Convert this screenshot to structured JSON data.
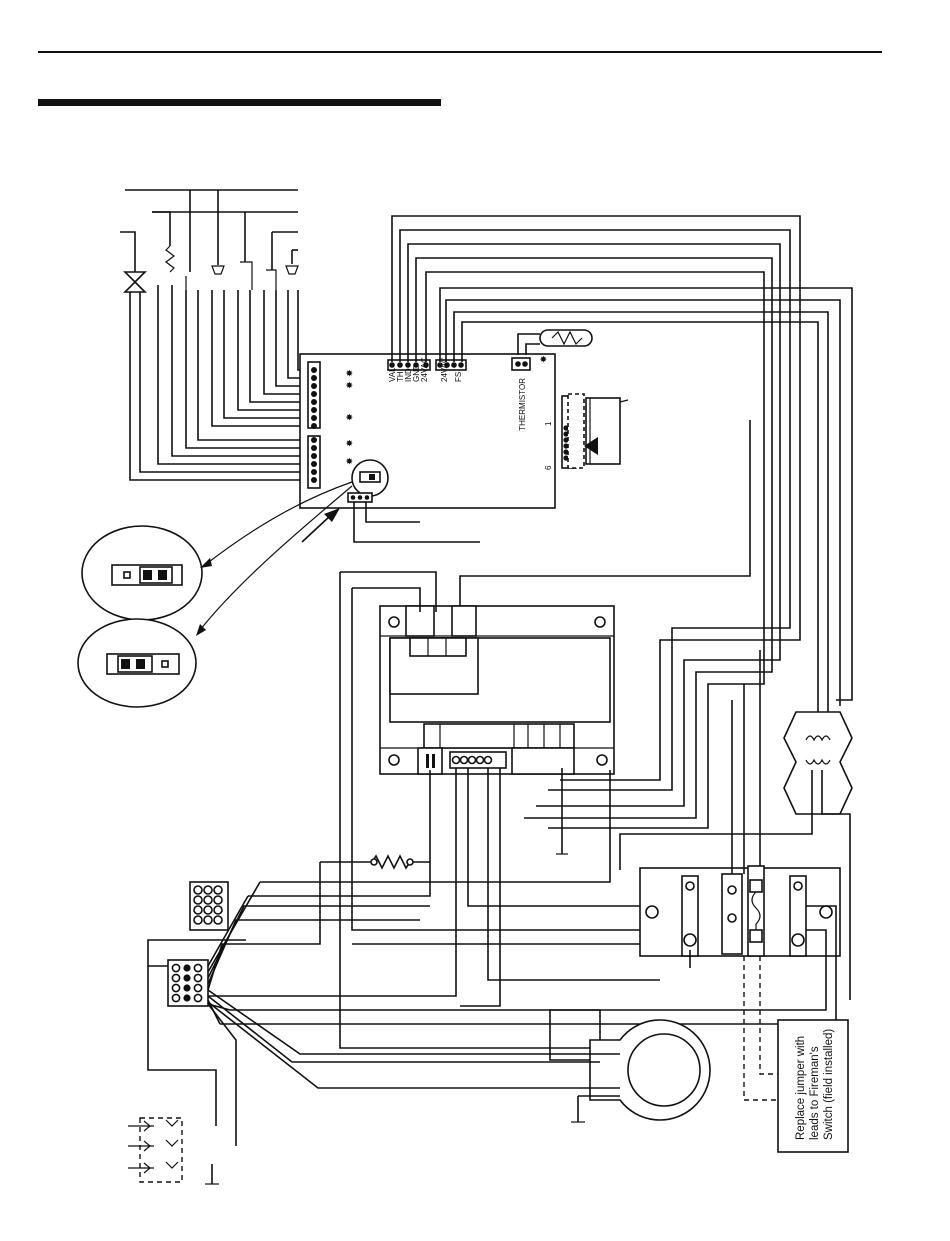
{
  "control_board": {
    "terminal_labels": [
      "VAL",
      "TH",
      "IND",
      "GND",
      "24VAC",
      "24VAC",
      "FS"
    ],
    "thermistor_label": "THERMISTOR",
    "pin_first": "1",
    "pin_last": "6"
  },
  "note": {
    "lines": [
      "Replace jumper with",
      "leads to Fireman's",
      "Switch (field installed)"
    ]
  }
}
